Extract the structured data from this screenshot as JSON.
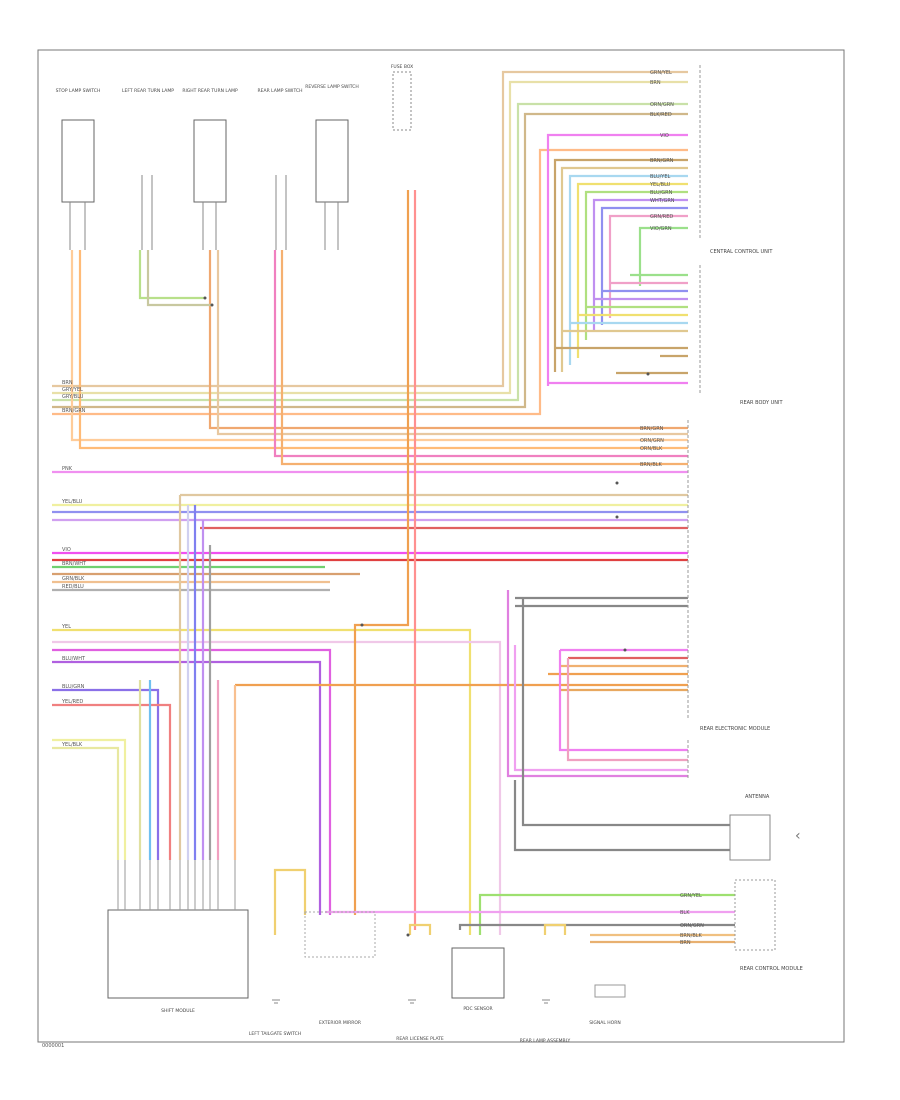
{
  "components": {
    "top": [
      "STOP LAMP SWITCH",
      "LEFT REAR TURN LAMP",
      "RIGHT REAR TURN LAMP",
      "REAR LAMP SWITCH",
      "REVERSE LAMP SWITCH"
    ],
    "bottom": [
      "LEFT TAILGATE SWITCH",
      "EXTERIOR MIRROR",
      "REAR LICENSE PLATE",
      "PDC SENSOR",
      "REAR LAMP ASSEMBLY",
      "SIGNAL HORN"
    ],
    "left_bottom": "SHIFT MODULE",
    "right_modules": [
      "CENTRAL CONTROL UNIT",
      "REAR BODY UNIT",
      "REAR ELECTRONIC MODULE",
      "ANTENNA",
      "REAR CONTROL MODULE"
    ],
    "fuse": "FUSE BOX"
  },
  "wire_labels": {
    "right_group1": [
      "GRN/YEL",
      "BRN",
      "ORN/GRN",
      "BLK/RED"
    ],
    "right_group2": [
      "VIO",
      "BRN/GRN",
      "BLU/YEL",
      "YEL/BLU",
      "BLU/GRN",
      "WHT/GRN",
      "GRN/RED",
      "VIO/GRN"
    ],
    "mid_group": [
      "BRN/GRN",
      "ORN/GRN",
      "ORN/BLK",
      "BRN/BLK"
    ],
    "left_group": [
      "BRN",
      "GRY/YEL",
      "GRY/BLU",
      "BRN/GRN"
    ],
    "left_lower": [
      "PNK",
      "YEL/BLU",
      "VIO",
      "BRN/WHT",
      "GRN/BLK",
      "RED/BLU",
      "YEL",
      "BLU/WHT",
      "BLU/GRN",
      "YEL/RED",
      "YEL/BLK"
    ],
    "bottom_right": [
      "GRN/YEL",
      "BLK",
      "ORN/GRN",
      "BRN/BLK",
      "BRN"
    ]
  },
  "page_id": "0000001"
}
